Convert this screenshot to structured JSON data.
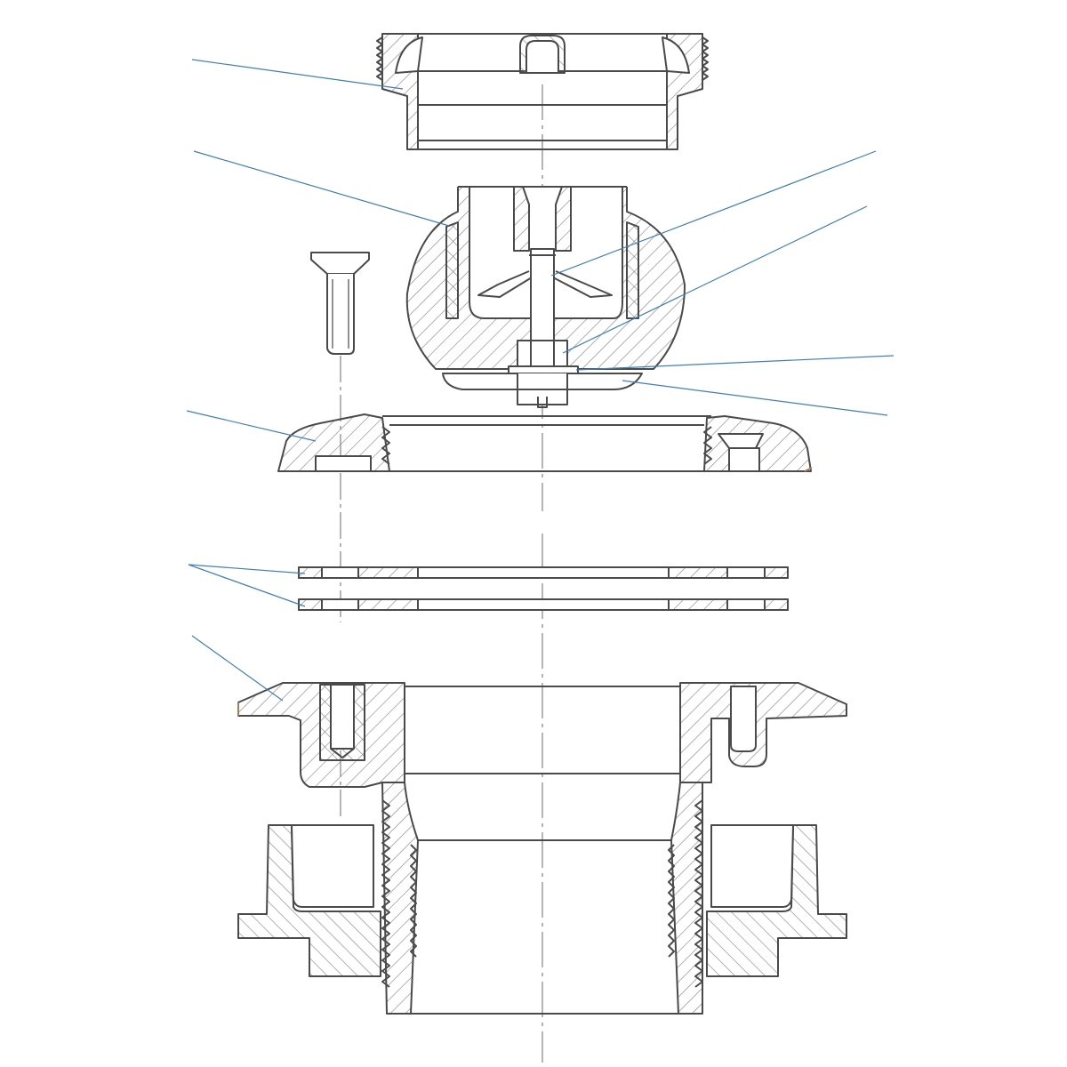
{
  "diagram": {
    "kind": "exploded cross-section assembly drawing",
    "colors": {
      "outline": "#4a4a4a",
      "hatch": "#8a8a8a",
      "leader": "#3f7fb3",
      "centerline": "#6a6a6a",
      "accent_brown": "#b07a5a"
    },
    "parts": [
      {
        "id": "top-threaded-cap"
      },
      {
        "id": "ball-dome-with-stem"
      },
      {
        "id": "countersunk-screw"
      },
      {
        "id": "flange-ring"
      },
      {
        "id": "gasket-upper"
      },
      {
        "id": "gasket-lower"
      },
      {
        "id": "body-flange"
      },
      {
        "id": "threaded-body-with-locknut"
      }
    ],
    "leader_lines_count": 10,
    "labels": []
  }
}
